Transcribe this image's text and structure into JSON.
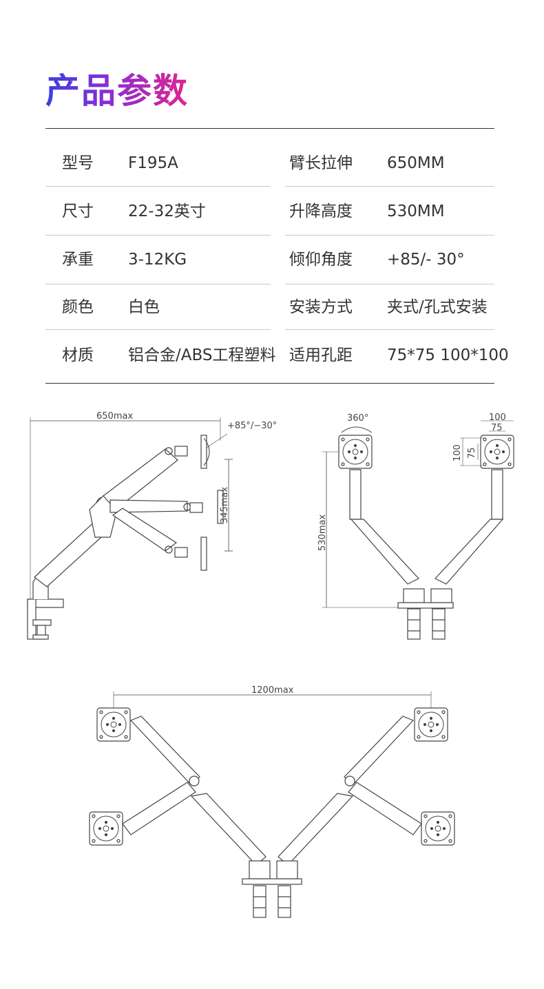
{
  "title": "产品参数",
  "specs": [
    {
      "label1": "型号",
      "value1": "F195A",
      "label2": "臂长拉伸",
      "value2": "650MM"
    },
    {
      "label1": "尺寸",
      "value1": "22-32英寸",
      "label2": "升降高度",
      "value2": "530MM"
    },
    {
      "label1": "承重",
      "value1": "3-12KG",
      "label2": "倾仰角度",
      "value2": "+85/- 30°"
    },
    {
      "label1": "颜色",
      "value1": "白色",
      "label2": "安装方式",
      "value2": "夹式/孔式安装"
    },
    {
      "label1": "材质",
      "value1": "铝合金/ABS工程塑料",
      "label2": "适用孔距",
      "value2": "75*75 100*100"
    }
  ],
  "diagram": {
    "arm_length": "650max",
    "tilt": "+85°/−30°",
    "height_range": "345max",
    "rotation": "360°",
    "hole_100_h": "100",
    "hole_75_h": "75",
    "hole_100_v": "100",
    "hole_75_v": "75",
    "lift_height": "530max",
    "span": "1200max"
  }
}
